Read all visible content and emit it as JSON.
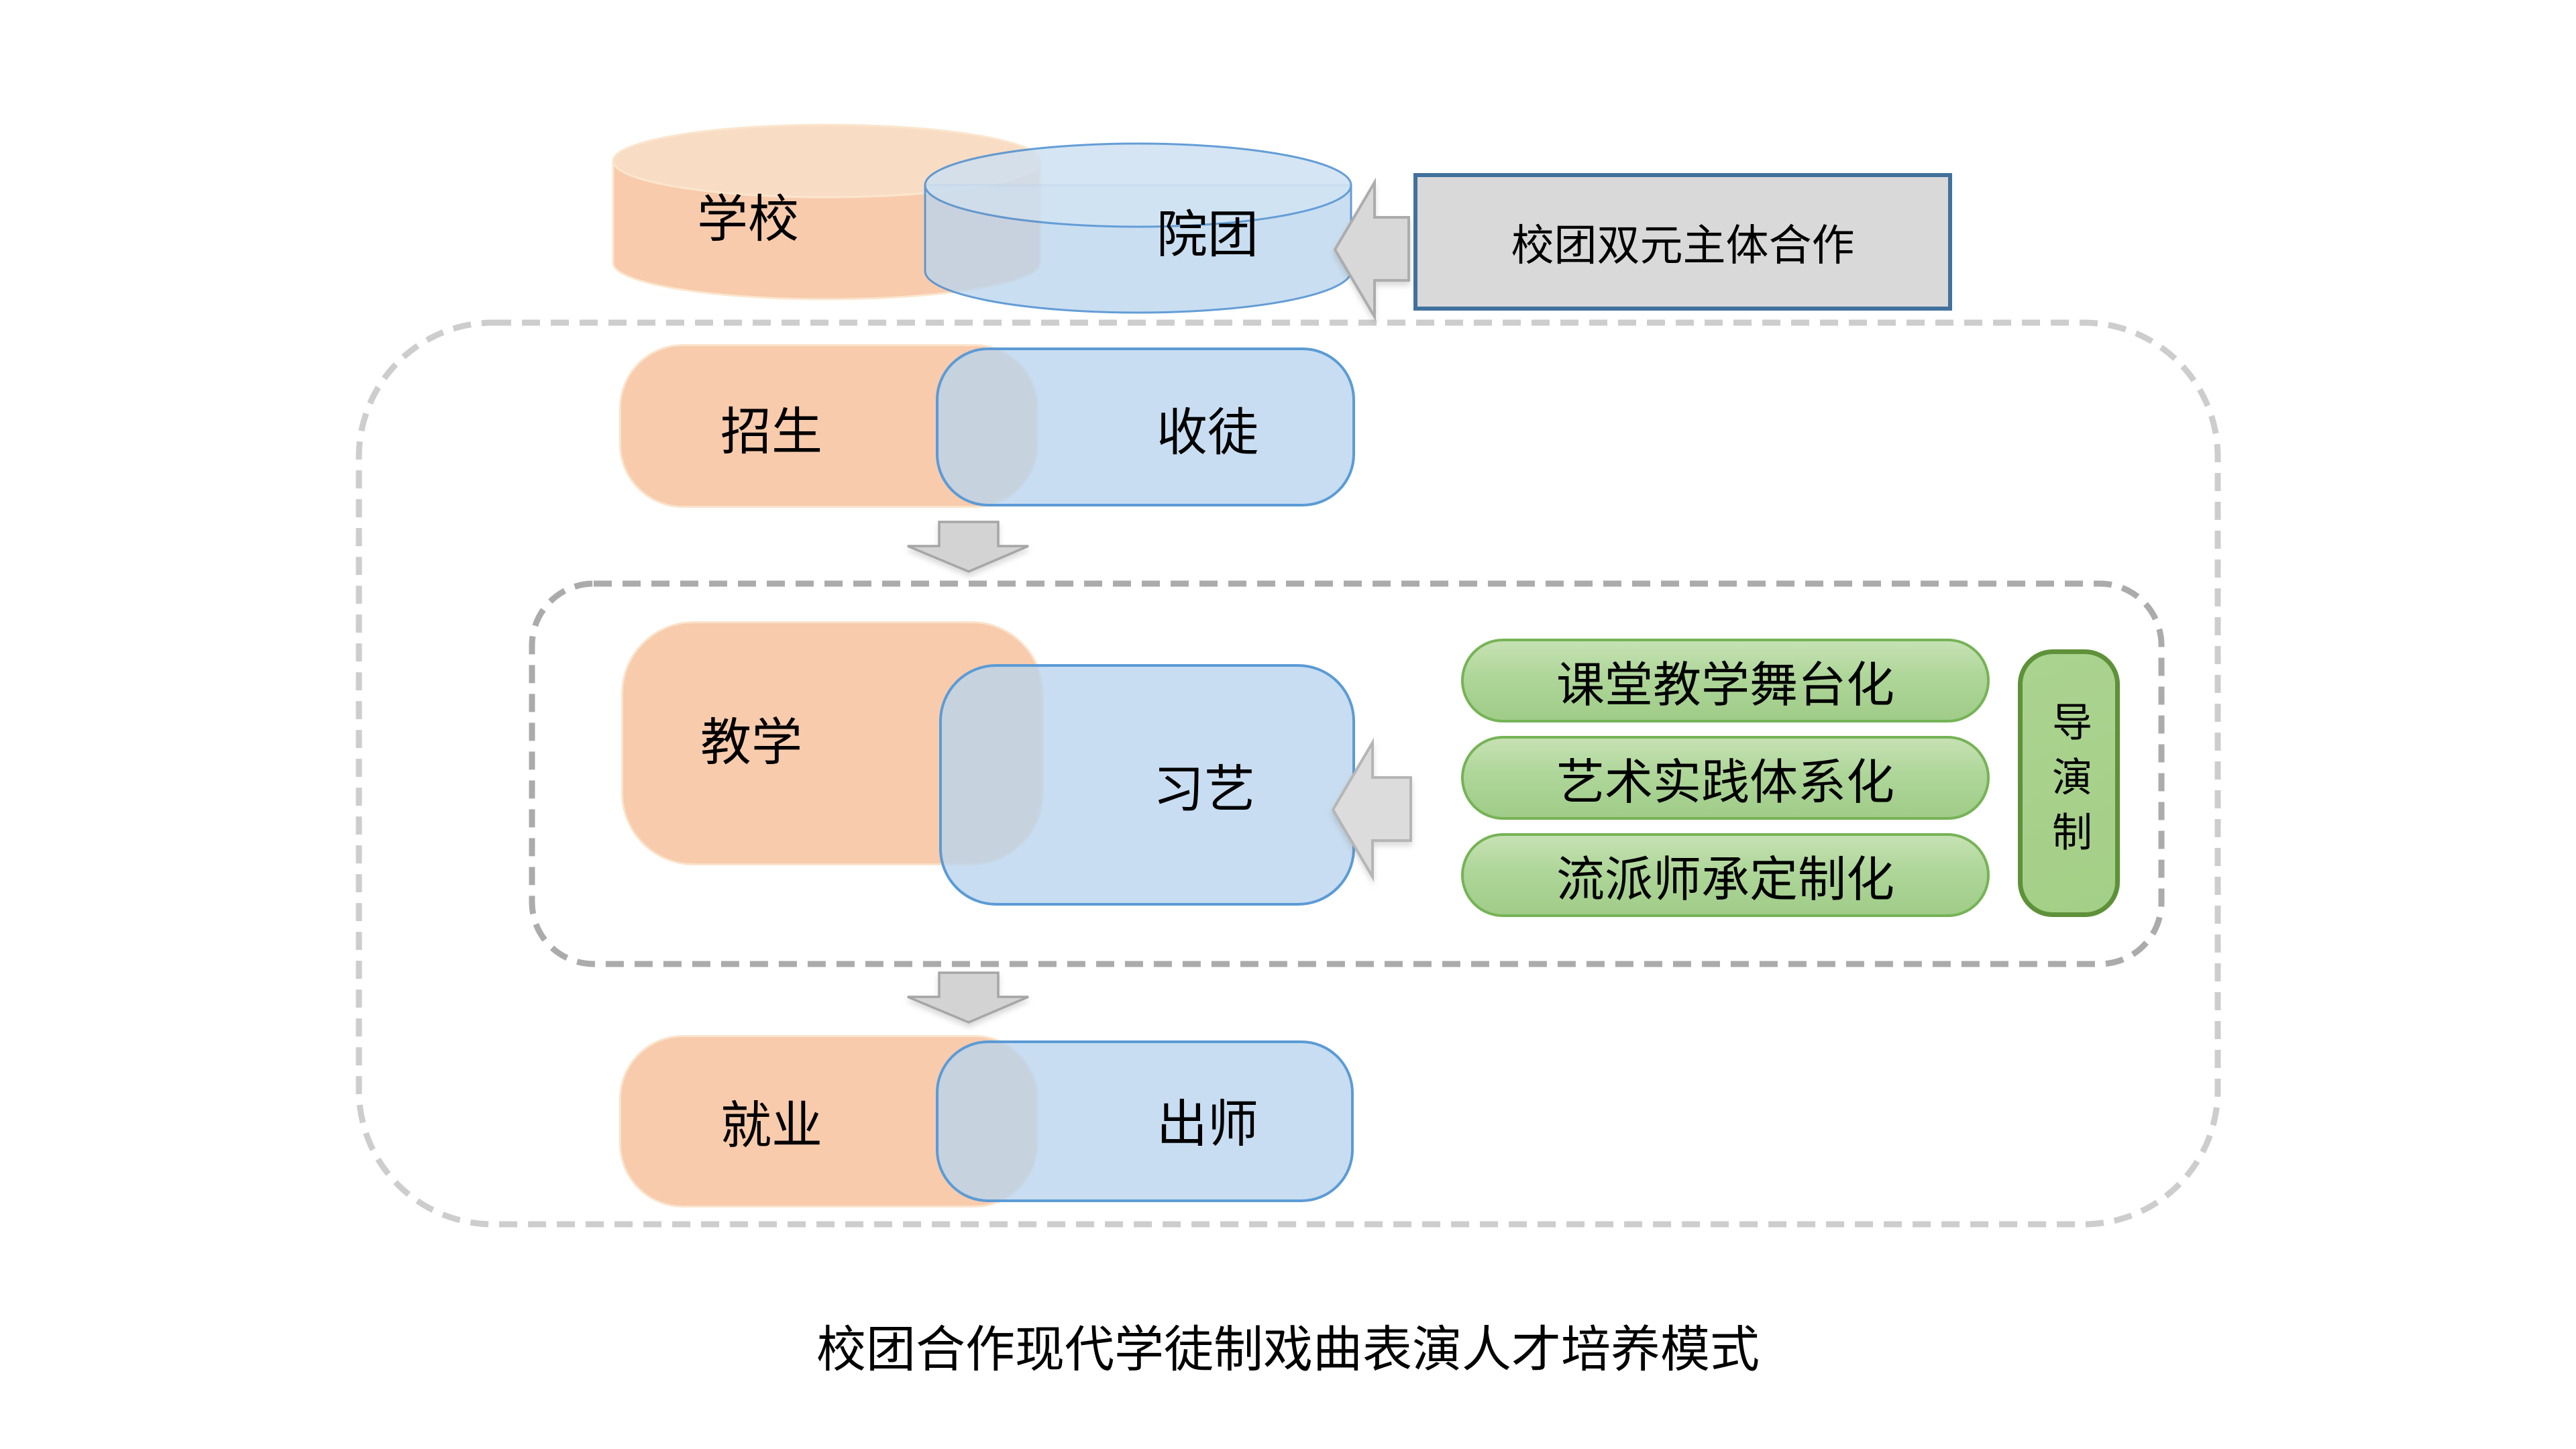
{
  "diagram": {
    "caption": "校团合作现代学徒制戏曲表演人才培养模式",
    "cooperation_label": "校团双元主体合作",
    "entities": {
      "school": "学校",
      "troupe": "院团"
    },
    "rows": [
      {
        "school": "招生",
        "troupe": "收徒"
      },
      {
        "school": "教学",
        "troupe": "习艺"
      },
      {
        "school": "就业",
        "troupe": "出师"
      }
    ],
    "teaching_methods": [
      "课堂教学舞台化",
      "艺术实践体系化",
      "流派师承定制化"
    ],
    "director": "导演制"
  },
  "colors": {
    "school_fill": "#F8CBAD",
    "school_top_fill": "#F9DCC4",
    "school_border": "#FBE6CE",
    "troupe_fill": "#B9D4EC",
    "troupe_border": "#5B9BD5",
    "method_fill": "#A9D18E",
    "method_border": "#76B356",
    "director_border": "#5E9139",
    "cooperation_fill": "#D9D9D9",
    "cooperation_border": "#41719C",
    "arrow_fill": "#D6D6D6",
    "outer_dash": "#CDCDCD",
    "inner_dash": "#ABABAB",
    "background": "#FFFFFF"
  }
}
